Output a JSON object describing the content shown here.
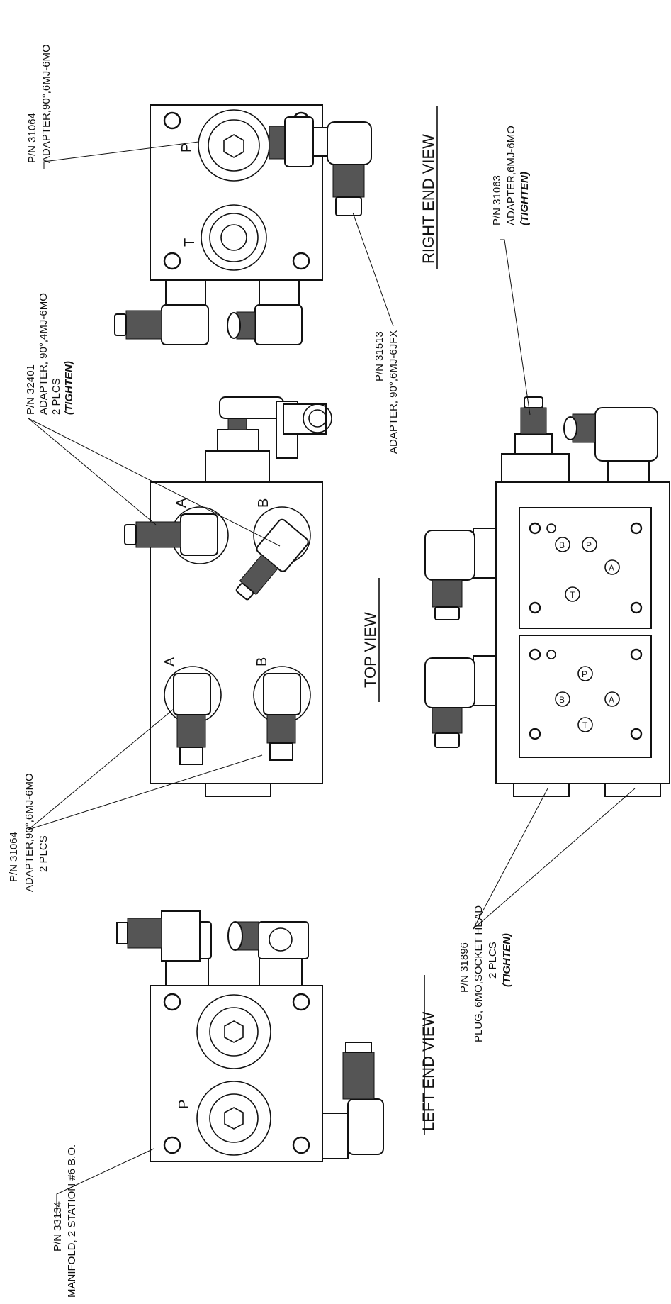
{
  "labels": {
    "p33134": {
      "pn": "P/N 33134",
      "desc": "MANIFOLD, 2 STATION #6 B.O."
    },
    "p31064_top": {
      "pn": "P/N 31064",
      "desc": "ADAPTER,90°,6MJ-6MO",
      "qty": "2 PLCS"
    },
    "p32401": {
      "pn": "P/N 32401",
      "desc": "ADAPTER, 90°,4MJ-6MO",
      "qty": "2 PLCS",
      "note": "(TIGHTEN)"
    },
    "p31064_right": {
      "pn": "P/N 31064",
      "desc": "ADAPTER,90°,6MJ-6MO"
    },
    "p31513": {
      "pn": "P/N 31513",
      "desc": "ADAPTER, 90°,6MJ-6JFX"
    },
    "p31063": {
      "pn": "P/N 31063",
      "desc": "ADAPTER,6MJ-6MO",
      "note": "(TIGHTEN)"
    },
    "p31896": {
      "pn": "P/N 31896",
      "desc": "PLUG, 6MO,SOCKET HEAD",
      "qty": "2 PLCS",
      "note": "(TIGHTEN)"
    }
  },
  "views": {
    "left_end": "LEFT END VIEW",
    "top": "TOP VIEW",
    "right_end": "RIGHT END VIEW"
  },
  "ports": {
    "p": "P",
    "t": "T",
    "a": "A",
    "b": "B"
  }
}
